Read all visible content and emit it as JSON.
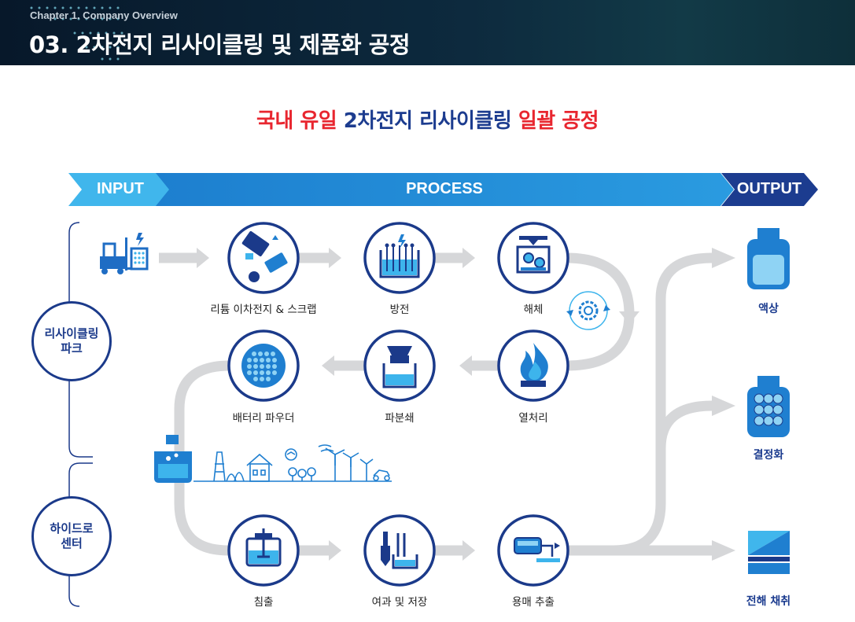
{
  "header": {
    "chapter": "Chapter 1. Company Overview",
    "title": "03. 2차전지 리사이클링 및 제품화 공정"
  },
  "subtitle": {
    "part1": "국내 유일",
    "part2": "2차전지 리사이클링",
    "part3": "일괄 공정"
  },
  "stages": {
    "input": "INPUT",
    "process": "PROCESS",
    "output": "OUTPUT"
  },
  "sides": {
    "park": "리사이클링 파크",
    "park_line1": "리사이클링",
    "park_line2": "파크",
    "hydro": "하이드로 센터",
    "hydro_line1": "하이드로",
    "hydro_line2": "센터"
  },
  "steps": {
    "scrap": "리튬 이차전지 & 스크랩",
    "discharge": "방전",
    "dismantle": "해체",
    "heat": "열처리",
    "crush": "파분쇄",
    "powder": "배터리 파우더",
    "leach": "침출",
    "filter": "여과 및 저장",
    "solvent": "용매 추출"
  },
  "outputs": {
    "liquid": "액상",
    "crystal": "결정화",
    "electro": "전해 채취"
  },
  "icons": {
    "input": "forklift-battery-icon",
    "scrap": "battery-scrap-icon",
    "discharge": "discharge-tank-icon",
    "dismantle": "dismantle-machine-icon",
    "gear": "gear-cycle-icon",
    "heat": "flame-icon",
    "crush": "crusher-icon",
    "powder": "powder-icon",
    "leach": "leaching-tank-icon",
    "filter": "filter-storage-icon",
    "solvent": "solvent-extraction-icon",
    "liquid": "liquid-bottle-icon",
    "crystal": "crystal-bottle-icon",
    "electro": "electro-plates-icon",
    "transfer": "transfer-vessel-icon",
    "landscape": "green-city-landscape-icon"
  },
  "colors": {
    "navy": "#1b3a8a",
    "blue": "#1f7fd0",
    "sky": "#3db4ec",
    "red": "#e8262f",
    "pipe": "#d6d7d9",
    "header": "#0d2a3e"
  }
}
